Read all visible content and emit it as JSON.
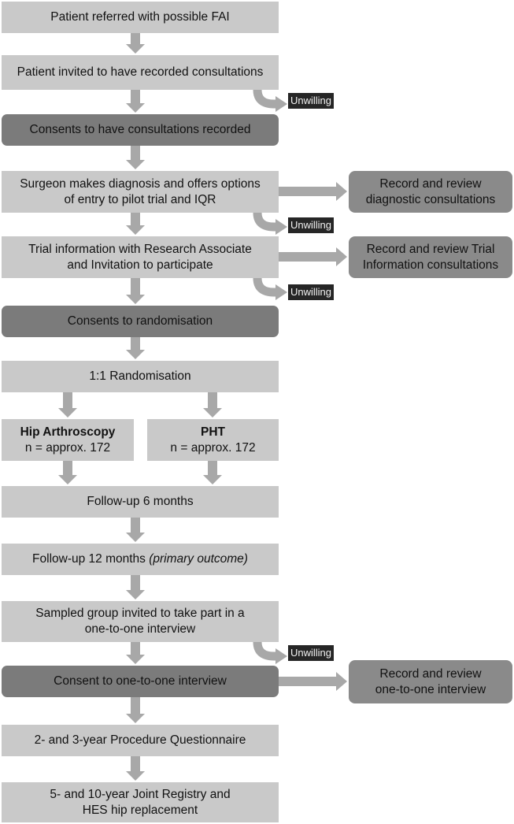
{
  "main": [
    {
      "text": "Patient referred with possible FAI"
    },
    {
      "text": "Patient invited to have recorded consultations"
    },
    {
      "text": "Consents to have consultations recorded"
    },
    {
      "line1": "Surgeon makes diagnosis and offers options",
      "line2": "of entry to pilot trial and IQR"
    },
    {
      "line1": "Trial information with Research Associate",
      "line2": "and Invitation to participate"
    },
    {
      "text": "Consents to randomisation"
    },
    {
      "text": "1:1 Randomisation"
    },
    {
      "text": "Follow-up 6 months"
    },
    {
      "text": "Follow-up 12 months ",
      "italic": "(primary outcome)"
    },
    {
      "line1": "Sampled group invited to take part in a",
      "line2": "one-to-one interview"
    },
    {
      "text": "Consent to one-to-one interview"
    },
    {
      "text": "2- and 3-year Procedure Questionnaire"
    },
    {
      "line1": "5- and 10-year Joint Registry and",
      "line2": "HES hip replacement"
    }
  ],
  "arms": [
    {
      "title": "Hip Arthroscopy",
      "n": "n = approx. 172"
    },
    {
      "title": "PHT",
      "n": "n = approx. 172"
    }
  ],
  "side": [
    {
      "line1": "Record and review",
      "line2": "diagnostic consultations"
    },
    {
      "line1": "Record and review Trial",
      "line2": "Information consultations"
    },
    {
      "line1": "Record and review",
      "line2": "one-to-one interview"
    }
  ],
  "unwilling_label": "Unwilling",
  "colors": {
    "light": "#c9c9c9",
    "dark": "#7b7b7b",
    "side": "#8a8a8a",
    "unwilling": "#262626",
    "arrow": "#a8a8a8"
  }
}
